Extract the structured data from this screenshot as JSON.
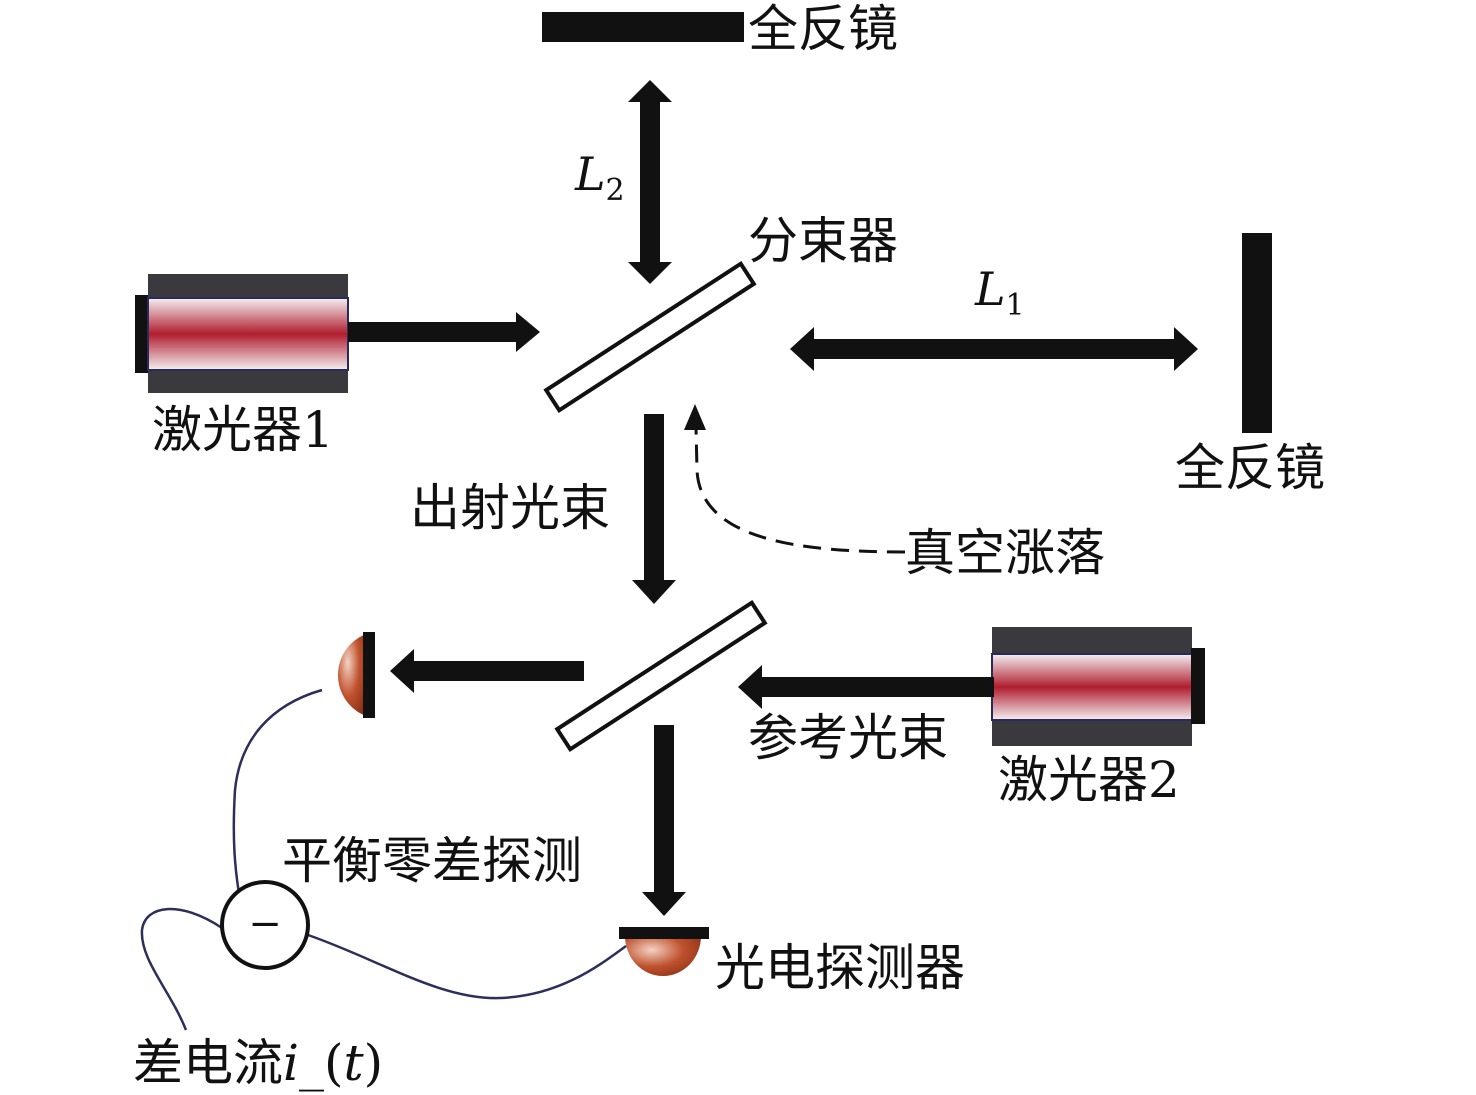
{
  "labels": {
    "top_mirror": "全反镜",
    "right_mirror": "全反镜",
    "beam_splitter": "分束器",
    "laser1": "激光器1",
    "laser2": "激光器2",
    "output_beam": "出射光束",
    "vacuum_fluctuation": "真空涨落",
    "reference_beam": "参考光束",
    "balanced_homodyne": "平衡零差探测",
    "photodetector": "光电探测器",
    "diff_current_prefix": "差电流",
    "diff_current_symbol": "i",
    "diff_current_suffix": "_(",
    "diff_current_var": "t",
    "diff_current_close": ")",
    "L1_symbol": "L",
    "L1_sub": "1",
    "L2_symbol": "L",
    "L2_sub": "2",
    "minus_sign": "−"
  },
  "colors": {
    "ink": "#111111",
    "laser_housing": "#3a3a3e",
    "laser_tube_edge": "#ffffff",
    "laser_tube_core": "#b01e2f",
    "detector": "#b5472a",
    "wire": "#2c2f5a"
  }
}
